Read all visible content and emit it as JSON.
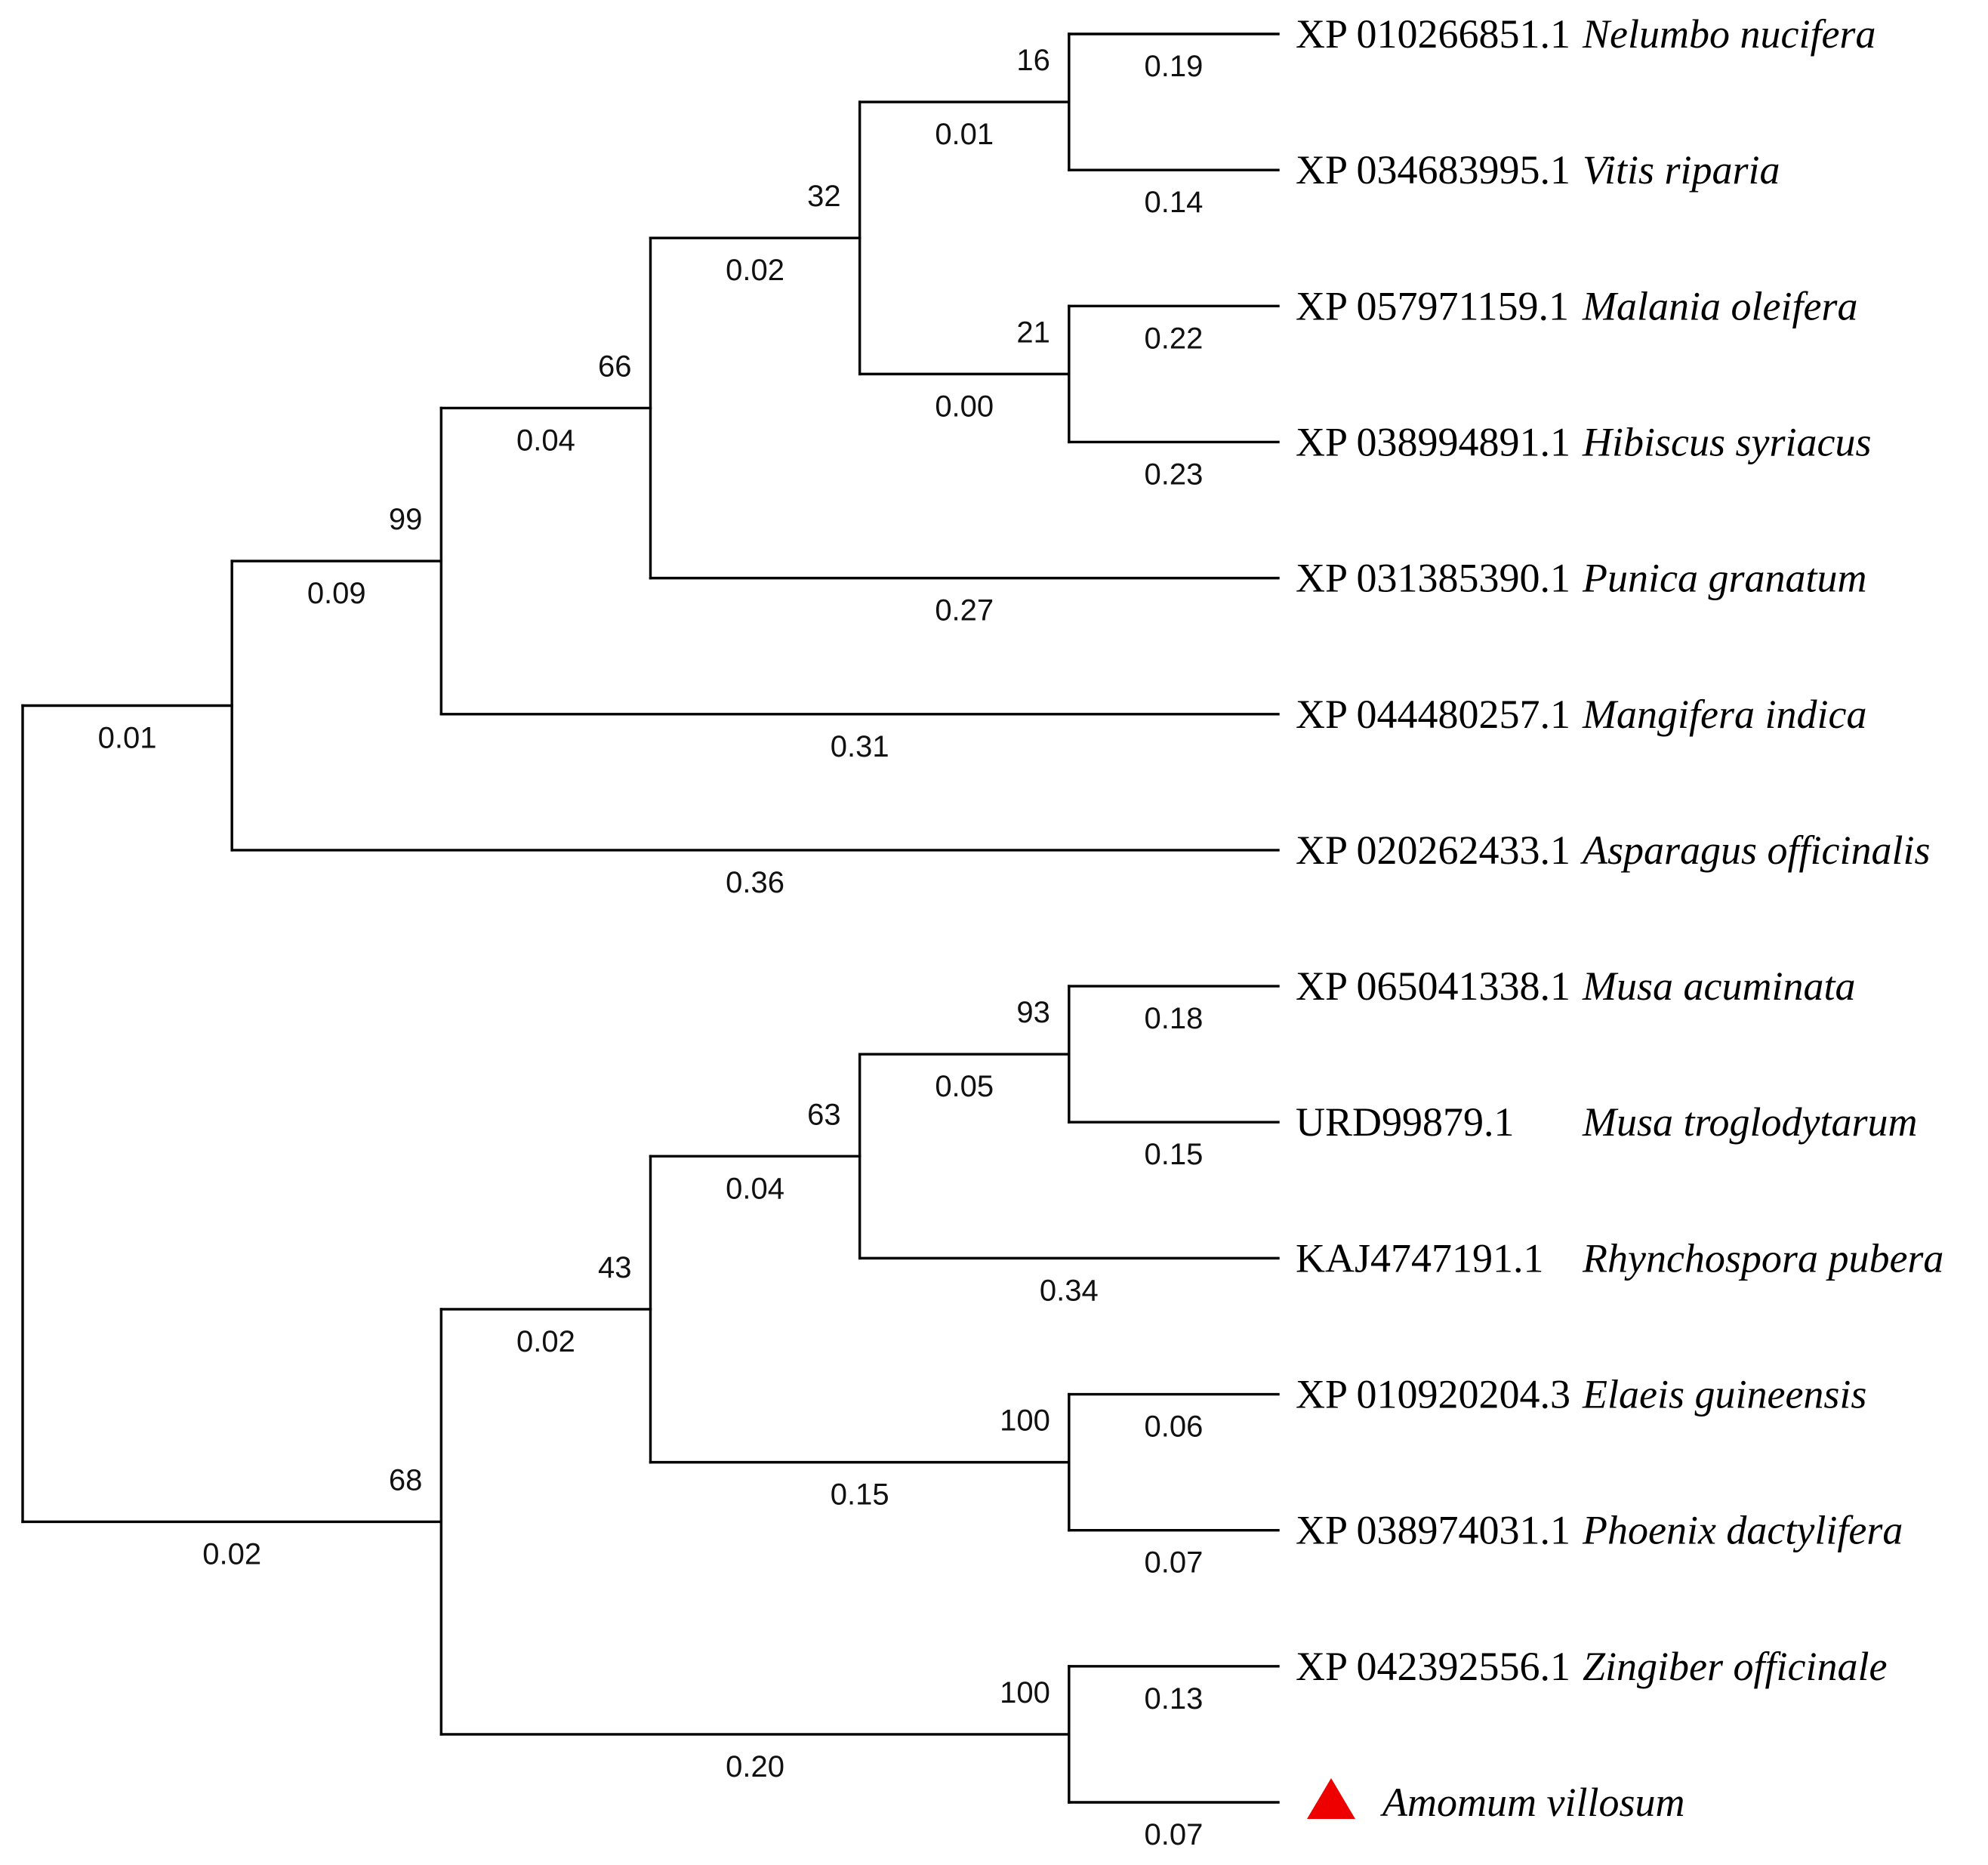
{
  "tree": {
    "children": [
      {
        "branch_length": "0.01",
        "children": [
          {
            "branch_length": "0.09",
            "bootstrap": 99,
            "children": [
              {
                "branch_length": "0.04",
                "bootstrap": 66,
                "children": [
                  {
                    "branch_length": "0.02",
                    "bootstrap": 32,
                    "children": [
                      {
                        "branch_length": "0.01",
                        "bootstrap": 16,
                        "children": [
                          {
                            "branch_length": "0.19",
                            "accession": "XP 010266851.1",
                            "species": "Nelumbo nucifera"
                          },
                          {
                            "branch_length": "0.14",
                            "accession": "XP 034683995.1",
                            "species": "Vitis riparia"
                          }
                        ]
                      },
                      {
                        "branch_length": "0.00",
                        "bootstrap": 21,
                        "children": [
                          {
                            "branch_length": "0.22",
                            "accession": "XP 057971159.1",
                            "species": "Malania oleifera"
                          },
                          {
                            "branch_length": "0.23",
                            "accession": "XP 038994891.1",
                            "species": "Hibiscus syriacus"
                          }
                        ]
                      }
                    ]
                  },
                  {
                    "branch_length": "0.27",
                    "accession": "XP 031385390.1",
                    "species": "Punica granatum"
                  }
                ]
              },
              {
                "branch_length": "0.31",
                "accession": "XP 044480257.1",
                "species": "Mangifera indica"
              }
            ]
          },
          {
            "branch_length": "0.36",
            "accession": "XP 020262433.1",
            "species": "Asparagus officinalis"
          }
        ]
      },
      {
        "branch_length": "0.02",
        "bootstrap": 68,
        "children": [
          {
            "branch_length": "0.02",
            "bootstrap": 43,
            "children": [
              {
                "branch_length": "0.04",
                "bootstrap": 63,
                "children": [
                  {
                    "branch_length": "0.05",
                    "bootstrap": 93,
                    "children": [
                      {
                        "branch_length": "0.18",
                        "accession": "XP 065041338.1",
                        "species": "Musa acuminata"
                      },
                      {
                        "branch_length": "0.15",
                        "accession": "URD99879.1",
                        "species": "Musa troglodytarum"
                      }
                    ]
                  },
                  {
                    "branch_length": "0.34",
                    "accession": "KAJ4747191.1",
                    "species": "Rhynchospora pubera"
                  }
                ]
              },
              {
                "branch_length": "0.15",
                "bootstrap": 100,
                "children": [
                  {
                    "branch_length": "0.06",
                    "accession": "XP 010920204.3",
                    "species": "Elaeis guineensis"
                  },
                  {
                    "branch_length": "0.07",
                    "accession": "XP 038974031.1",
                    "species": "Phoenix dactylifera"
                  }
                ]
              }
            ]
          },
          {
            "branch_length": "0.20",
            "bootstrap": 100,
            "children": [
              {
                "branch_length": "0.13",
                "accession": "XP 042392556.1",
                "species": "Zingiber officinale"
              },
              {
                "branch_length": "0.07",
                "species": "Amomum villosum",
                "marker": "red-triangle-icon",
                "marker_color": "#ee0000"
              }
            ]
          }
        ]
      }
    ]
  }
}
